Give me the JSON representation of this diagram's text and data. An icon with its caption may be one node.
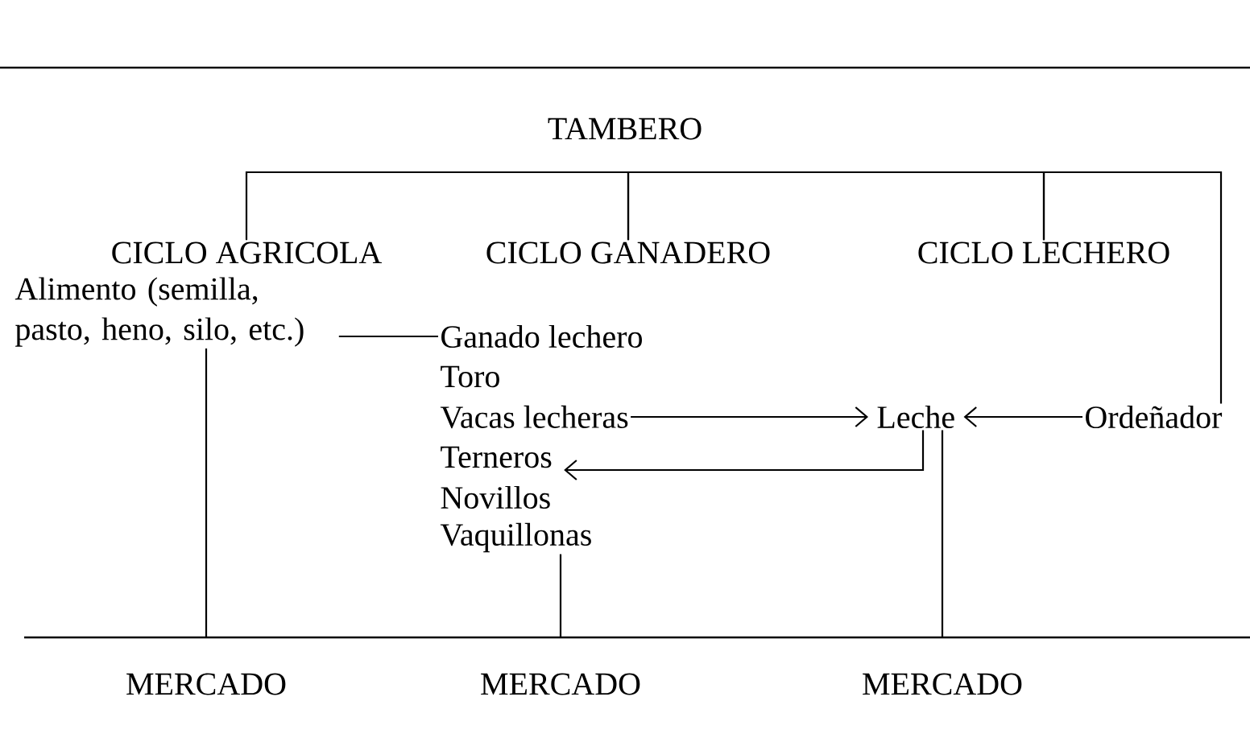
{
  "diagram": {
    "title": "TAMBERO",
    "nodes": [
      {
        "text": [
          "CICLO AGRICOLA"
        ]
      },
      {
        "text": [
          "CICLO GANADERO"
        ]
      },
      {
        "text": [
          "CICLO LECHERO"
        ]
      },
      {
        "text": [
          "Alimento (semilla, pasto, heno, silo, etc.)"
        ]
      },
      {
        "text": [
          "Ganado lechero"
        ]
      },
      {
        "text": [
          "Toro"
        ]
      },
      {
        "text": [
          "Vacas lecheras"
        ]
      },
      {
        "text": [
          "Terneros"
        ]
      },
      {
        "text": [
          "Novillos"
        ]
      },
      {
        "text": [
          "Vaquillonas"
        ]
      },
      {
        "text": [
          "Leche"
        ]
      },
      {
        "text": [
          "Ordeñador"
        ]
      },
      {
        "text": [
          "MERCADO"
        ]
      },
      {
        "text": [
          "MERCADO"
        ]
      },
      {
        "text": [
          "MERCADO"
        ]
      }
    ],
    "edges": [
      {
        "from": 0,
        "to": 1,
        "arrow": "none"
      },
      {
        "from": 1,
        "to": 2,
        "arrow": "none"
      },
      {
        "from": 2,
        "to": 11,
        "arrow": "none"
      },
      {
        "from": 3,
        "to": 4,
        "arrow": "none"
      },
      {
        "from": 6,
        "to": 10,
        "arrow": "to"
      },
      {
        "from": 11,
        "to": 10,
        "arrow": "to"
      },
      {
        "from": 10,
        "to": 7,
        "arrow": "to"
      },
      {
        "from": 3,
        "to": 12,
        "arrow": "none"
      },
      {
        "from": 9,
        "to": 13,
        "arrow": "none"
      },
      {
        "from": 10,
        "to": 14,
        "arrow": "none"
      }
    ]
  }
}
